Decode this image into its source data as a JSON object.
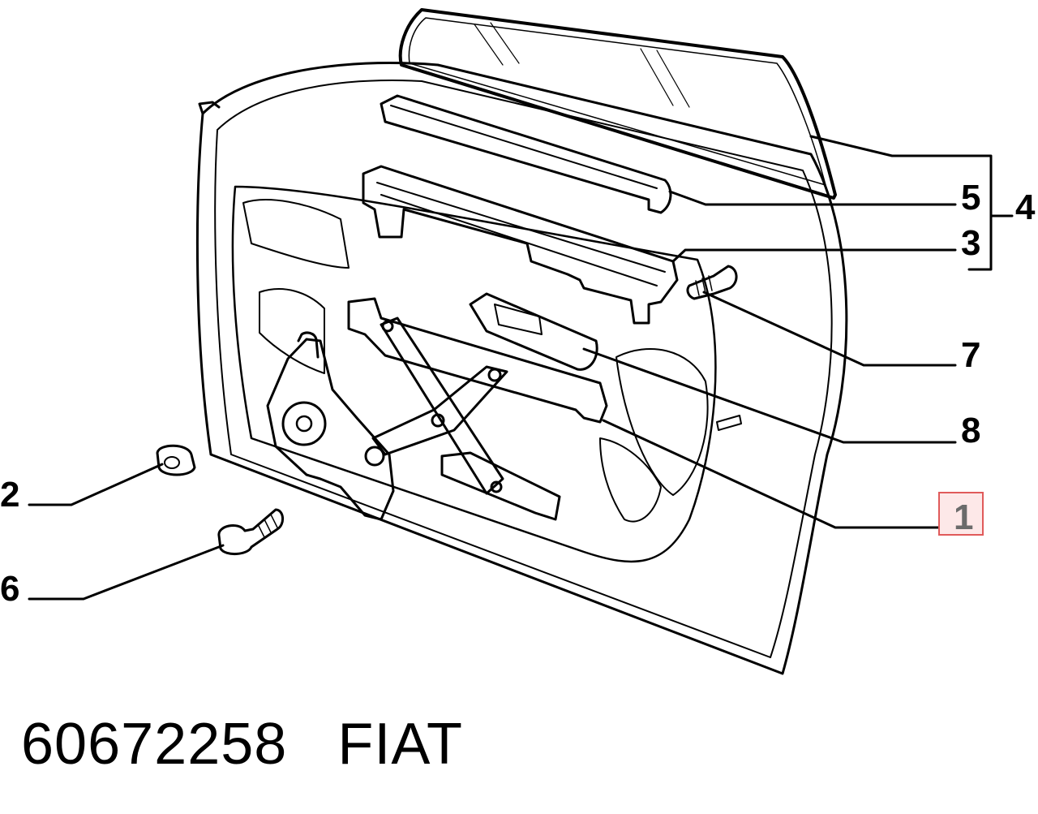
{
  "callouts": {
    "c1": "1",
    "c2": "2",
    "c3": "3",
    "c4": "4",
    "c5": "5",
    "c6": "6",
    "c7": "7",
    "c8": "8"
  },
  "highlight_color": "#e05a5a",
  "footer": {
    "part_number": "60672258",
    "brand": "FIAT"
  }
}
